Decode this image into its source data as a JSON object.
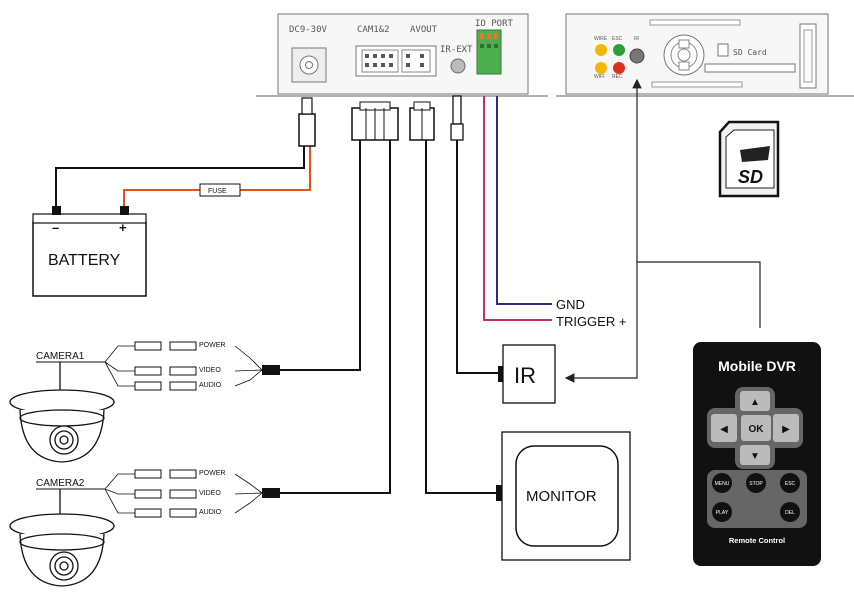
{
  "dvr_unit": {
    "power_port_label": "DC9-30V",
    "camera_port_label": "CAM1&2",
    "av_out_label": "AVOUT",
    "ir_ext_label": "IR-EXT",
    "io_port_label": "IO PORT"
  },
  "front_panel": {
    "led_labels": [
      "WIRE",
      "ESC",
      "WIFI",
      "REC"
    ],
    "ir_label": "IR",
    "sd_card_label": "SD Card"
  },
  "sd_card_graphic": {
    "text": "SD"
  },
  "battery": {
    "label": "BATTERY",
    "minus": "–",
    "plus": "+",
    "fuse_label": "FUSE"
  },
  "io_wires": {
    "gnd_label": "GND",
    "trigger_label": "TRIGGER +",
    "gnd_color": "#2b2a8a",
    "trigger_color": "#c0306a"
  },
  "ir_box": {
    "label": "IR"
  },
  "monitor": {
    "label": "MONITOR"
  },
  "cameras": [
    {
      "label": "CAMERA1",
      "power": "POWER",
      "video": "VIDEO",
      "audio": "AUDIO"
    },
    {
      "label": "CAMERA2",
      "power": "POWER",
      "video": "VIDEO",
      "audio": "AUDIO"
    }
  ],
  "remote": {
    "title": "Mobile DVR",
    "ok": "OK",
    "up": "▲",
    "down": "▼",
    "left": "◀",
    "right": "▶",
    "menu": "MENU",
    "stop": "STOP",
    "esc": "ESC",
    "play": "PLAY",
    "del": "DEL",
    "footer": "Remote Control"
  },
  "colors": {
    "power_wire": "#e0521e",
    "led_yellow": "#f2b705",
    "led_green": "#2e9e3a",
    "led_red": "#d8331f",
    "io_green": "#4cae4c"
  }
}
